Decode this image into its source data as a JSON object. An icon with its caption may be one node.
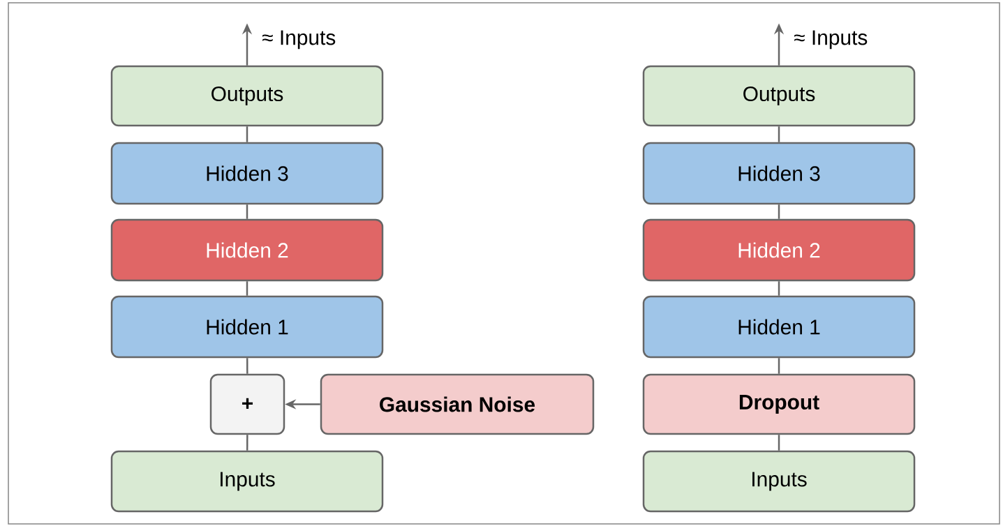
{
  "diagram": {
    "nodes": [
      {
        "text": [
          "Outputs"
        ]
      },
      {
        "text": [
          "Hidden 3"
        ]
      },
      {
        "text": [
          "Hidden 2"
        ]
      },
      {
        "text": [
          "Hidden 1"
        ]
      },
      {
        "text": [
          "+"
        ]
      },
      {
        "text": [
          "Gaussian Noise"
        ]
      },
      {
        "text": [
          "Inputs"
        ]
      },
      {
        "text": [
          "Outputs"
        ]
      },
      {
        "text": [
          "Hidden 3"
        ]
      },
      {
        "text": [
          "Hidden 2"
        ]
      },
      {
        "text": [
          "Hidden 1"
        ]
      },
      {
        "text": [
          "Dropout"
        ]
      },
      {
        "text": [
          "Inputs"
        ]
      },
      {
        "text": [
          "≈ Inputs"
        ]
      },
      {
        "text": [
          "≈ Inputs"
        ]
      }
    ],
    "edges": [
      {
        "from": 0,
        "to": 13,
        "arrow": "to"
      },
      {
        "from": 1,
        "to": 0,
        "arrow": "none"
      },
      {
        "from": 2,
        "to": 1,
        "arrow": "none"
      },
      {
        "from": 3,
        "to": 2,
        "arrow": "none"
      },
      {
        "from": 4,
        "to": 3,
        "arrow": "none"
      },
      {
        "from": 5,
        "to": 4,
        "arrow": "to"
      },
      {
        "from": 6,
        "to": 4,
        "arrow": "none"
      },
      {
        "from": 7,
        "to": 14,
        "arrow": "to"
      },
      {
        "from": 8,
        "to": 7,
        "arrow": "none"
      },
      {
        "from": 9,
        "to": 8,
        "arrow": "none"
      },
      {
        "from": 10,
        "to": 9,
        "arrow": "none"
      },
      {
        "from": 11,
        "to": 10,
        "arrow": "none"
      },
      {
        "from": 12,
        "to": 11,
        "arrow": "none"
      }
    ]
  }
}
